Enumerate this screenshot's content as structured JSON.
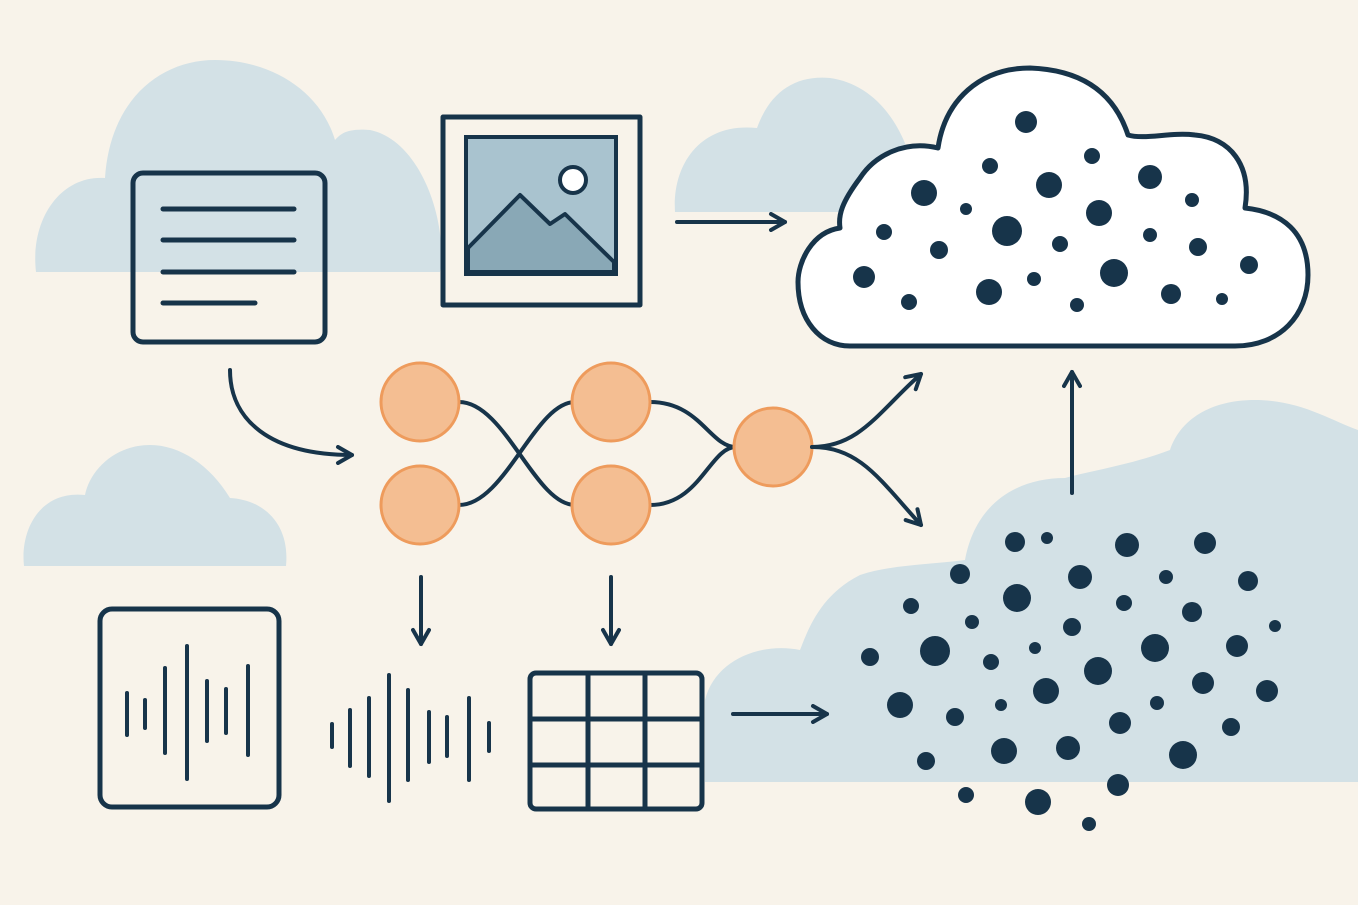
{
  "colors": {
    "background": "#F8F3EA",
    "cloud_fill": "#D3E1E6",
    "ink": "#17344A",
    "node_fill": "#F4BE92",
    "node_stroke": "#EE9B5C",
    "image_fill": "#A9C3CF",
    "mountain_fill": "#89A8B6",
    "cloud_outline_fill": "#FFFFFF"
  },
  "icons": [
    "background-cloud",
    "text-document-icon",
    "image-icon",
    "audio-waveform-icon",
    "table-grid-icon",
    "neural-network",
    "point-cloud-outline",
    "point-cloud-dense"
  ],
  "network": {
    "node_count": 5,
    "layers": [
      2,
      2,
      1
    ]
  }
}
